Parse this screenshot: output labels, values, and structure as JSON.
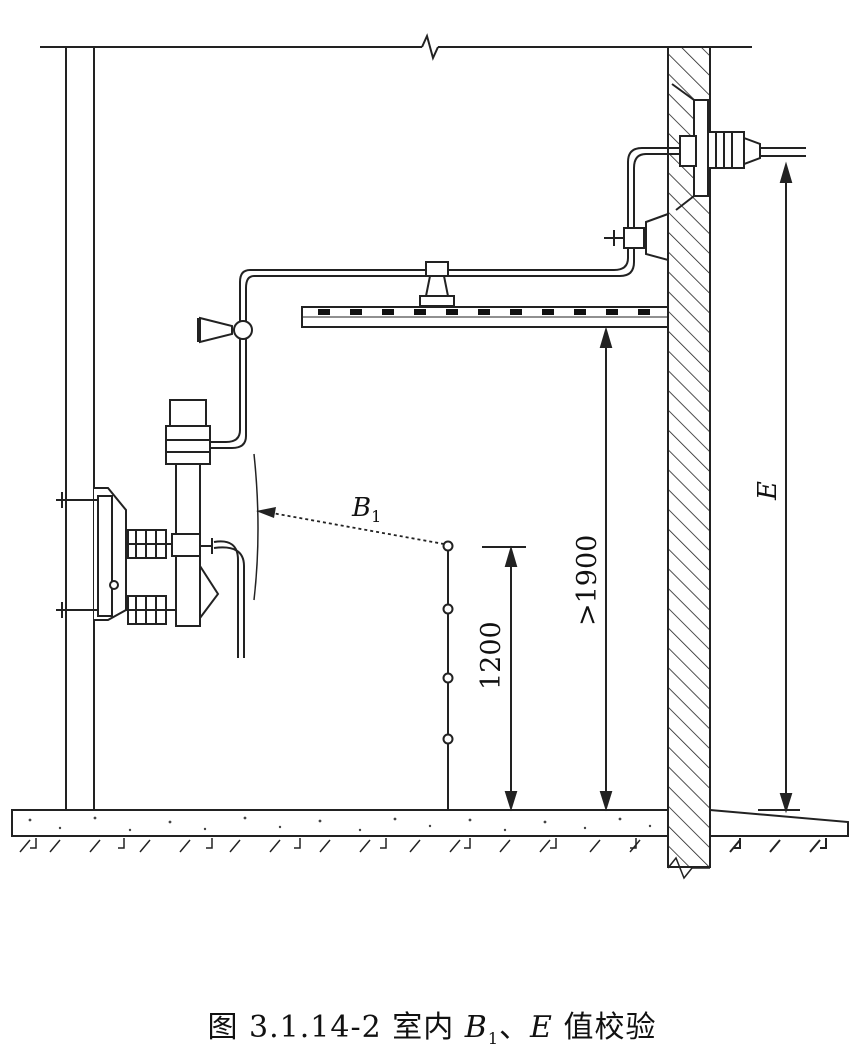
{
  "labels": {
    "b1_main": "B",
    "b1_sub": "1",
    "e": "E",
    "clearance_1900": ">1900",
    "height_1200": "1200"
  },
  "caption": {
    "prefix": "图 3.1.14-2  室内 ",
    "b_main": "B",
    "b_sub": "1",
    "sep": "、",
    "e": "E",
    "suffix": " 值校验"
  }
}
